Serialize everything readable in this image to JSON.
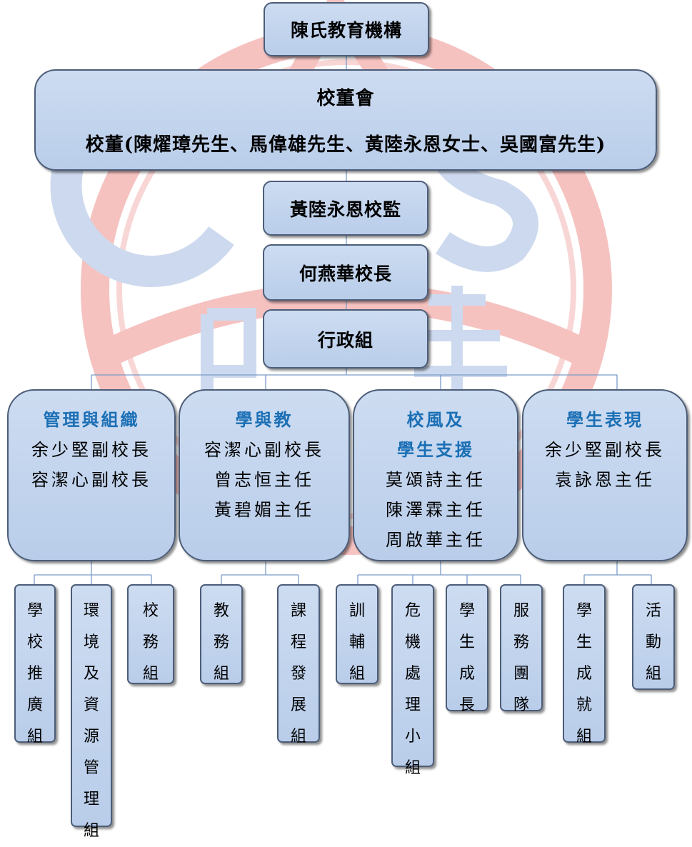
{
  "org": {
    "top": "陳氏教育機構",
    "board": {
      "title": "校董會",
      "members": "校董(陳燿璋先生、馬偉雄先生、黃陸永恩女士、吳國富先生)"
    },
    "supervisor": "黃陸永恩校監",
    "principal": "何燕華校長",
    "admin": "行政組"
  },
  "departments": [
    {
      "name_lines": [
        "管理與組織"
      ],
      "staff": [
        "余少堅副校長",
        "容潔心副校長"
      ],
      "units": [
        "學校推廣組",
        "環境及資源管理組",
        "校務組"
      ]
    },
    {
      "name_lines": [
        "學與教"
      ],
      "staff": [
        "容潔心副校長",
        "曾志恒主任",
        "黃碧媚主任"
      ],
      "units": [
        "教務組",
        "課程發展組"
      ]
    },
    {
      "name_lines": [
        "校風及",
        "學生支援"
      ],
      "staff": [
        "莫頌詩主任",
        "陳澤霖主任",
        "周啟華主任"
      ],
      "units": [
        "訓輔組",
        "危機處理小組",
        "學生成長",
        "服務團隊"
      ]
    },
    {
      "name_lines": [
        "學生表現"
      ],
      "staff": [
        "余少堅副校長",
        "袁詠恩主任"
      ],
      "units": [
        "學生成就組",
        "活動組"
      ]
    }
  ],
  "colors": {
    "box_fill": "#c3d5ee",
    "box_border": "#4c5d78",
    "dept_title": "#1b6fb5",
    "connector": "#7a9cc8",
    "watermark_red": "#e23b3b",
    "watermark_blue": "#2b5fb3"
  }
}
